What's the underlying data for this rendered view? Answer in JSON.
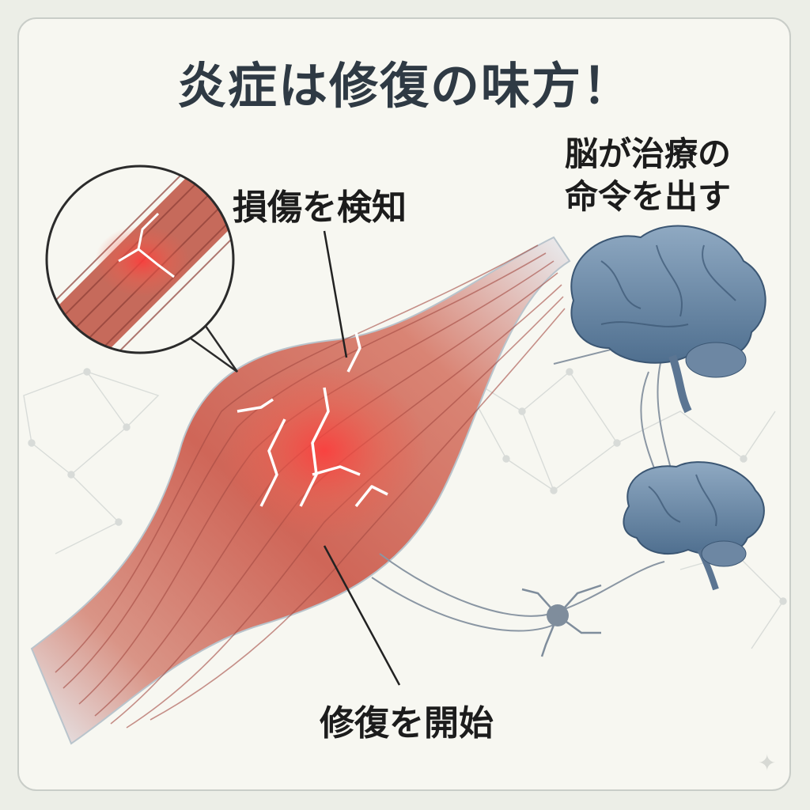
{
  "title": "炎症は修復の味方！",
  "labels": {
    "detect": "損傷を検知",
    "repair": "修復を開始",
    "brain_line1": "脳が治療の",
    "brain_line2": "命令を出す"
  },
  "colors": {
    "background": "#f7f7f1",
    "muscle": "#cf6a5c",
    "injury": "#e8393a",
    "brain": "#6f8fae",
    "nerve": "#8a96a3",
    "title_text": "#2f3a44"
  },
  "icons": [
    "muscle-illustration",
    "magnifier-inset",
    "brain-icon",
    "neuron-icon",
    "sparkle-icon"
  ]
}
